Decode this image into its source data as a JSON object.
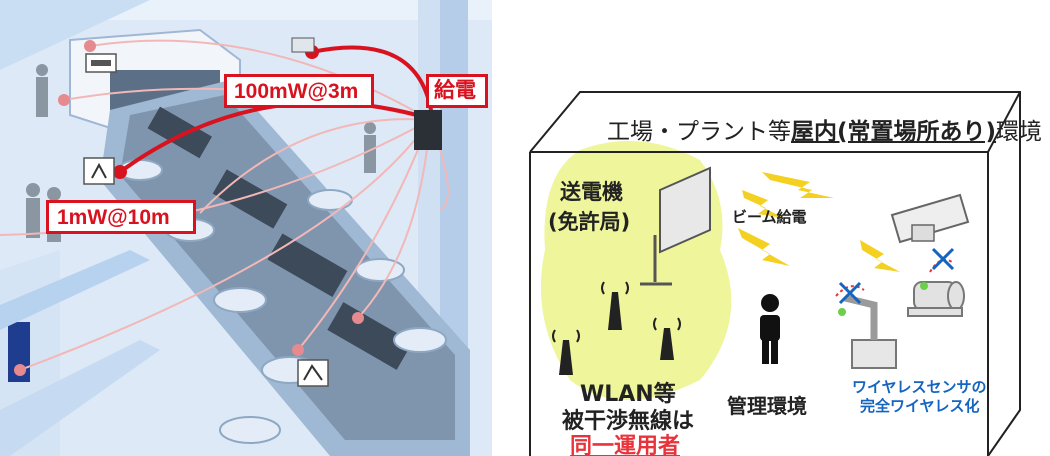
{
  "left_panel": {
    "label_100mw": "100mW@3m",
    "label_1mw": "1mW@10m",
    "label_power_feed": "給電",
    "colors": {
      "accent_red": "#d9121f",
      "floor": "#e8f0fa",
      "pale_line": "#f2b7b7"
    }
  },
  "right_panel": {
    "box_title_prefix": "工場・プラント等",
    "box_title_emphasis": "屋内(常置場所あり)",
    "box_title_suffix": "環境",
    "transmitter_line1": "送電機",
    "transmitter_line2": "(免許局)",
    "beam_label": "ビーム給電",
    "wlan_line1": "WLAN等",
    "wlan_line2": "被干渉無線は",
    "wlan_line3": "同一運用者",
    "management_label": "管理環境",
    "wireless_line1": "ワイヤレスセンサの",
    "wireless_line2": "完全ワイヤレス化",
    "colors": {
      "highlight": "#eef59a",
      "beam": "#f4d020",
      "wireless_blue": "#1565c0",
      "link_red": "#e8333a"
    }
  }
}
